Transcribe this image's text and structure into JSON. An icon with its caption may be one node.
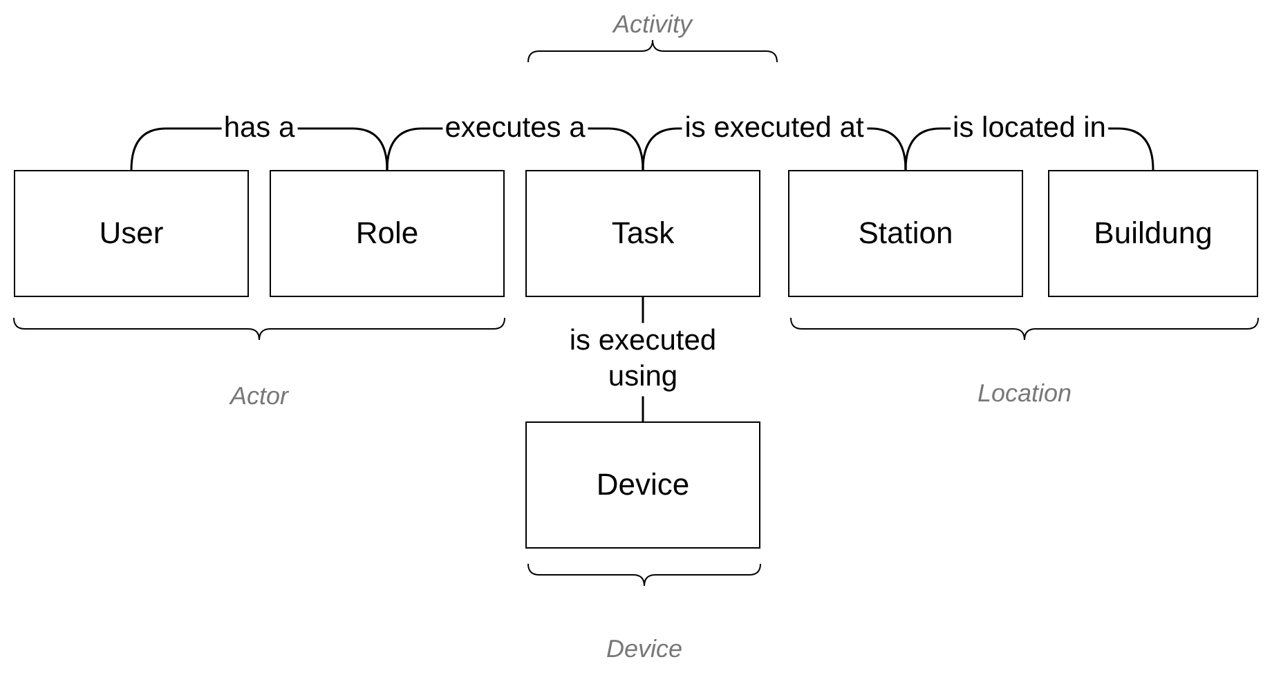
{
  "diagram": {
    "nodes": [
      {
        "text": [
          "User"
        ]
      },
      {
        "text": [
          "Role"
        ]
      },
      {
        "text": [
          "Task"
        ]
      },
      {
        "text": [
          "Station"
        ]
      },
      {
        "text": [
          "Buildung"
        ]
      },
      {
        "text": [
          "Device"
        ]
      }
    ],
    "edges": [
      {
        "from": 0,
        "to": 1,
        "arrow": "none",
        "label": "has a"
      },
      {
        "from": 1,
        "to": 2,
        "arrow": "none",
        "label": "executes a"
      },
      {
        "from": 2,
        "to": 3,
        "arrow": "none",
        "label": "is executed at"
      },
      {
        "from": 3,
        "to": 4,
        "arrow": "none",
        "label": "is located in"
      },
      {
        "from": 2,
        "to": 5,
        "arrow": "none",
        "label": "is executed using"
      }
    ],
    "labels": [
      "Activity",
      "Actor",
      "Location",
      "Device"
    ]
  }
}
